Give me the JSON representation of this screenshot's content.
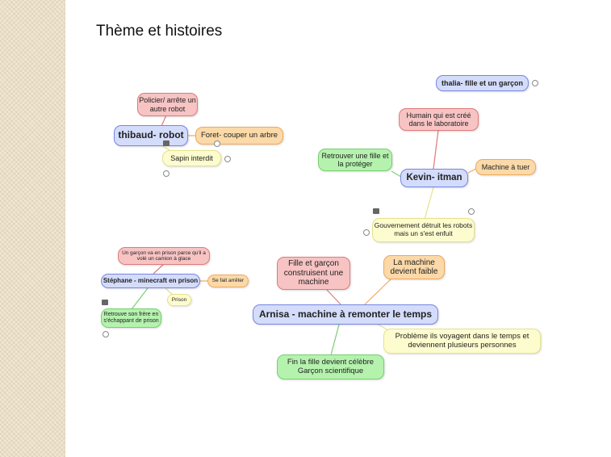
{
  "slide": {
    "title": "Thème et histoires"
  },
  "mindmap": {
    "thibaud": {
      "center": "thibaud- robot",
      "policier": "Policier/ arrête un autre robot",
      "foret": "Foret- couper un arbre",
      "sapin": "Sapin interdit"
    },
    "thalia": {
      "center": "thalia- fille et un garçon"
    },
    "kevin": {
      "center": "Kevin- itman",
      "humain": "Humain qui est créé dans le laboratoire",
      "retrouver": "Retrouver une fille et la protéger",
      "machine": "Machine à tuer",
      "gouvernement": "Gouvernement détruit les robots mais un s'est enfuit"
    },
    "stephane": {
      "center": "Stéphane - minecraft en prison",
      "garcon": "Un garçon va en prison parce qu'il a volé un camion à glace",
      "arreter": "Se fait arrêter",
      "prison": "Prison",
      "frere": "Retrouve son frère en s'échappant de prison"
    },
    "arnisa": {
      "center": "Arnisa - machine à remonter le temps",
      "fille_garcon": "Fille et garçon construisent une machine",
      "faible": "La machine devient faible",
      "probleme": "Problème ils voyagent dans le temps et deviennent plusieurs personnes",
      "fin": "Fin la fille devient célèbre Garçon scientifique"
    }
  },
  "colors": {
    "blue": "#d4dcfb",
    "red": "#f7c3c3",
    "orange": "#fbd9a8",
    "yellow": "#fdfccf",
    "green": "#b5f2ae"
  }
}
